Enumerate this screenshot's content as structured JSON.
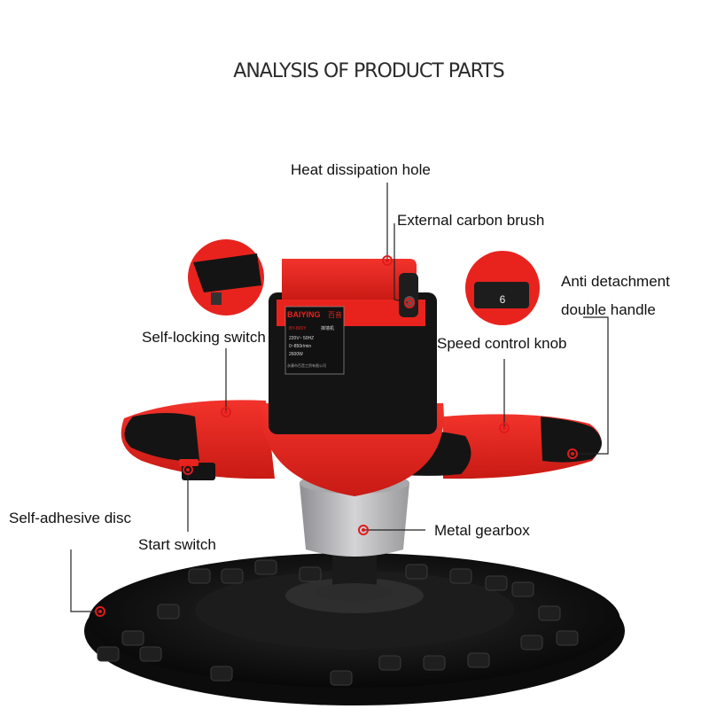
{
  "title": "ANALYSIS OF PRODUCT PARTS",
  "product": {
    "brand": "BAIYING",
    "brand_cn": "百音",
    "model": "BY-800Y",
    "type_cn": "抹墙机",
    "spec_voltage": "220V~   50HZ",
    "spec_speed": "0~850r/min",
    "spec_power": "2600W",
    "maker_cn": "永康市百音工贸有限公司",
    "knob_digit": "6"
  },
  "labels": {
    "heat_dissipation_hole": "Heat dissipation hole",
    "external_carbon_brush": "External carbon brush",
    "anti_detachment_line1": "Anti detachment",
    "anti_detachment_line2": "double handle",
    "self_locking_switch": "Self-locking switch",
    "speed_control_knob": "Speed control knob",
    "self_adhesive_disc": "Self-adhesive disc",
    "start_switch": "Start switch",
    "metal_gearbox": "Metal gearbox"
  },
  "colors": {
    "tool_red": "#e8231e",
    "tool_dark_red": "#b51510",
    "black": "#141414",
    "metal": "#b9b9bb",
    "marker": "#e01b1b",
    "leader": "#222222"
  }
}
